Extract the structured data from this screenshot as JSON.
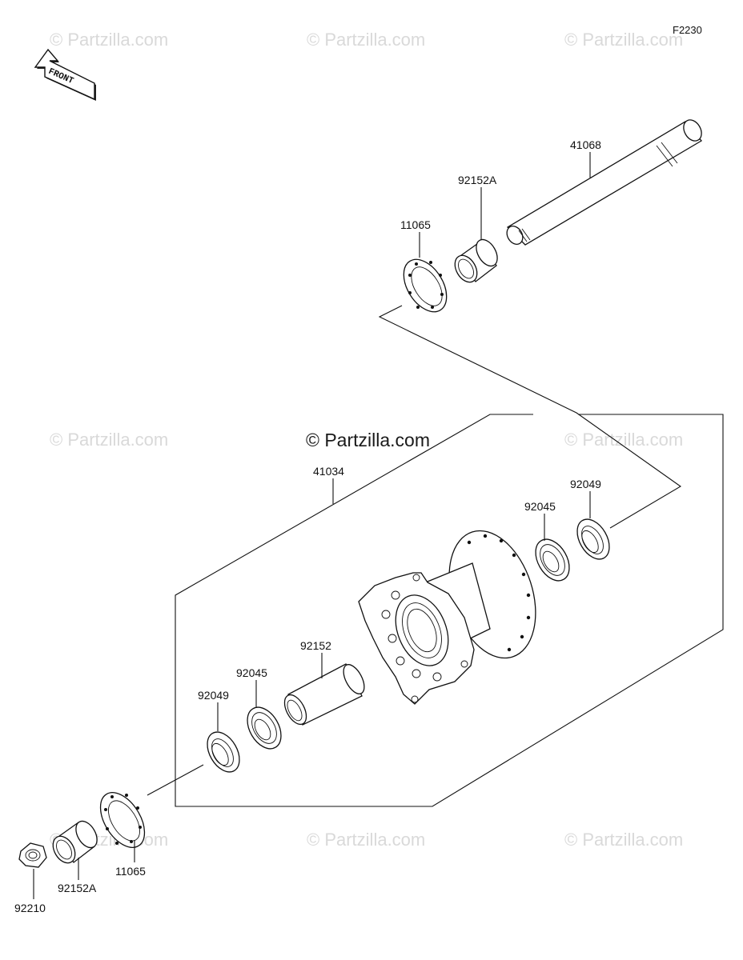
{
  "diagram": {
    "code": "F2230",
    "front_label": "FRONT",
    "watermark_small": "© Partzilla.com",
    "watermark_center": "© Partzilla.com",
    "part_labels": {
      "axle": "41068",
      "collar_top": "92152A",
      "disc_plate_top": "11065",
      "hub": "41034",
      "bearing_right": "92045",
      "seal_right": "92049",
      "spacer": "92152",
      "bearing_left": "92045",
      "seal_left": "92049",
      "disc_plate_bottom": "11065",
      "collar_bottom": "92152A",
      "nut": "92210"
    }
  }
}
